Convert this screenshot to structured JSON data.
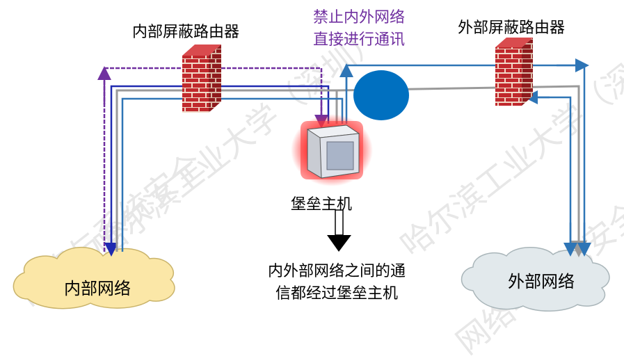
{
  "labels": {
    "inner_router": "内部屏蔽路由器",
    "outer_router": "外部屏蔽路由器",
    "ban_line1": "禁止内外网络",
    "ban_line2": "直接进行通讯",
    "bastion": "堡垒主机",
    "pass_line1": "内外部网络之间的通",
    "pass_line2": "信都经过堡垒主机",
    "inner_network": "内部网络",
    "outer_network": "外部网络"
  },
  "watermark": {
    "line1": "哈尔滨工业大学（深圳）",
    "line2": "网络与系统安全"
  },
  "colors": {
    "line_purple": "#7030a0",
    "line_navy": "#1f2ab0",
    "line_gray": "#9a9a9a",
    "line_blue": "#2e75b6",
    "blocker_fill": "#0070c0",
    "cloud_inner": "#fbe7a7",
    "cloud_outer": "#e2e9ec",
    "brick": "#c0282c",
    "host_glow": "#ff2020"
  }
}
